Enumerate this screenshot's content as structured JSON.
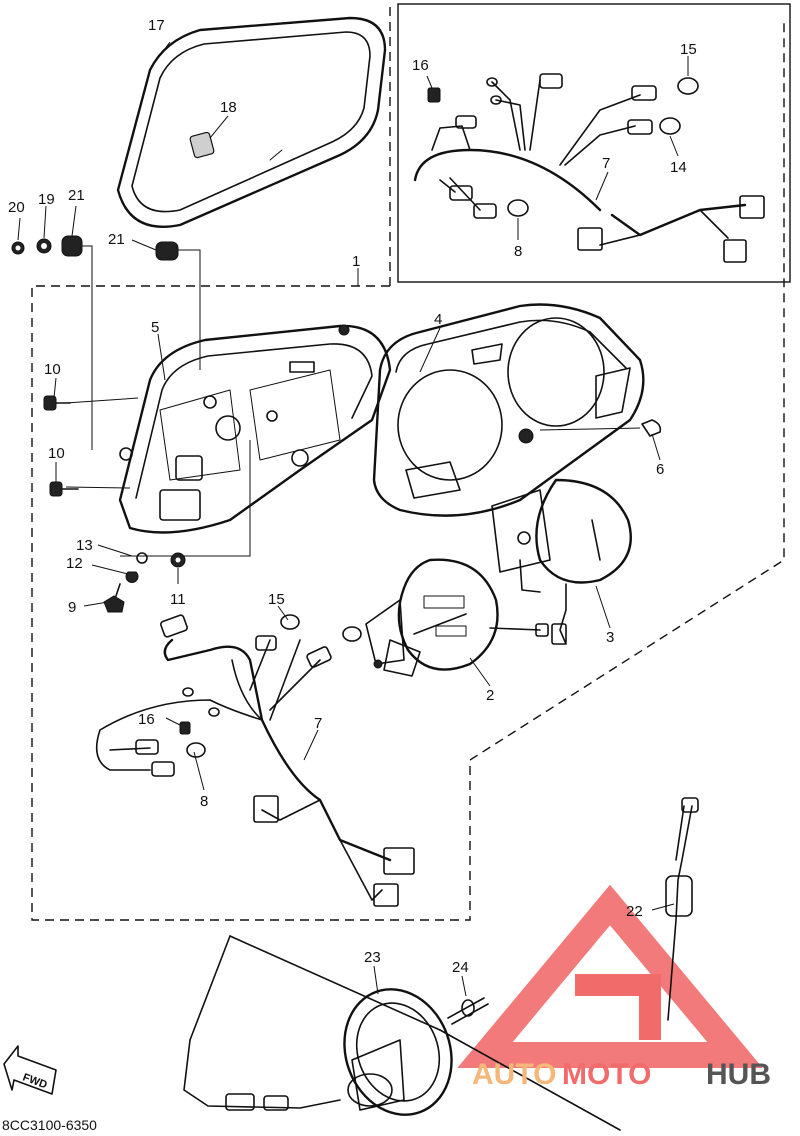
{
  "drawing_code": "8CC3100-6350",
  "fwd_label": "FWD",
  "watermark": {
    "part1": "AUTO",
    "part2": "MOTO",
    "part3": "HUB"
  },
  "callouts": {
    "c1": "1",
    "c2": "2",
    "c3": "3",
    "c4": "4",
    "c5": "5",
    "c6": "6",
    "c7a": "7",
    "c7b": "7",
    "c8a": "8",
    "c8b": "8",
    "c9": "9",
    "c10a": "10",
    "c10b": "10",
    "c11": "11",
    "c12": "12",
    "c13": "13",
    "c14": "14",
    "c15a": "15",
    "c15b": "15",
    "c16a": "16",
    "c16b": "16",
    "c17": "17",
    "c18": "18",
    "c19": "19",
    "c20": "20",
    "c21a": "21",
    "c21b": "21",
    "c22": "22",
    "c23": "23",
    "c24": "24"
  }
}
